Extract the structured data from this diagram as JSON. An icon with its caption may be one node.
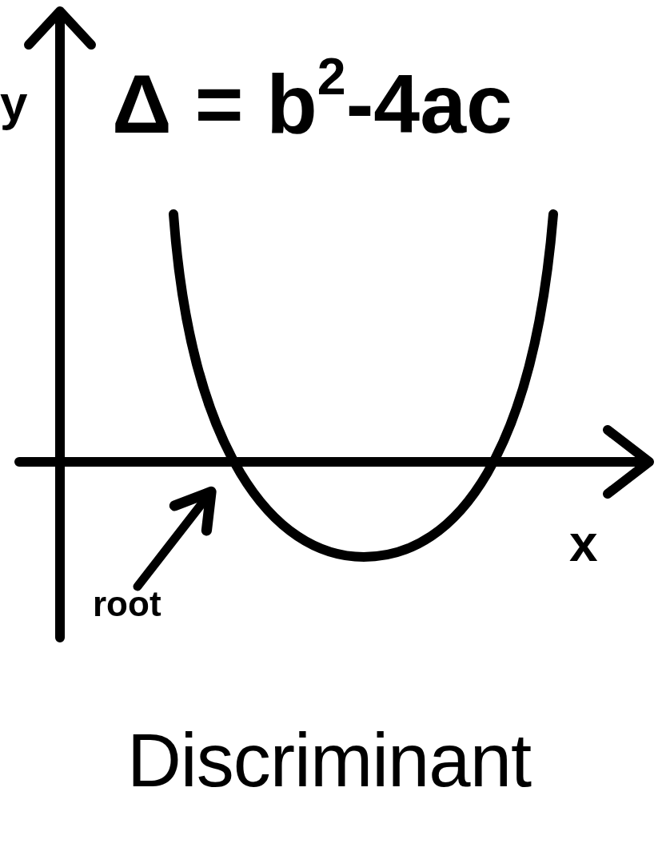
{
  "diagram": {
    "caption": "Discriminant",
    "nodes": [
      {
        "text": [
          "root"
        ]
      },
      {
        "text": [],
        "shape": "curve"
      }
    ],
    "edges": [
      {
        "from": 0,
        "to": 1,
        "arrow": "to"
      }
    ],
    "labels": [
      "Δ = b$^{2}$-4ac",
      "y",
      "x"
    ]
  }
}
